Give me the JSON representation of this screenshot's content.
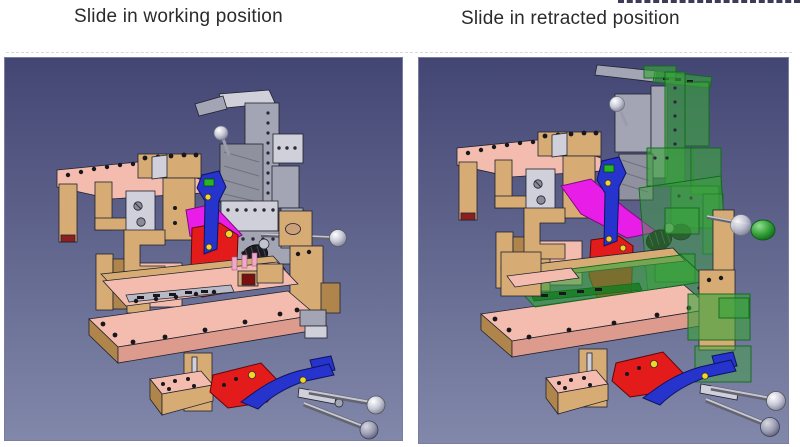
{
  "panels": [
    {
      "id": "working",
      "title": "Slide in working position"
    },
    {
      "id": "retracted",
      "title": "Slide in retracted position"
    }
  ],
  "colors": {
    "bg_top": "#434673",
    "bg_bottom": "#8288aa",
    "tan": "#d7ac74",
    "tan_dark": "#b0854c",
    "tan_light": "#ecd3a3",
    "pink": "#f3bcae",
    "pink_dark": "#dd9b8d",
    "steel": "#a3a4b4",
    "steel_dark": "#6f7080",
    "steel_light": "#cfd0da",
    "magenta": "#e81ee8",
    "blue": "#2633cc",
    "blue_dark": "#0d1560",
    "red": "#e31b1b",
    "red_dark": "#5f0808",
    "green": "#3aa33c",
    "green_dark": "#0f6b1a",
    "green_light": "#5ecb62",
    "ball": "#c6c8d6",
    "yellow": "#f5d327",
    "outline": "#20222e"
  }
}
